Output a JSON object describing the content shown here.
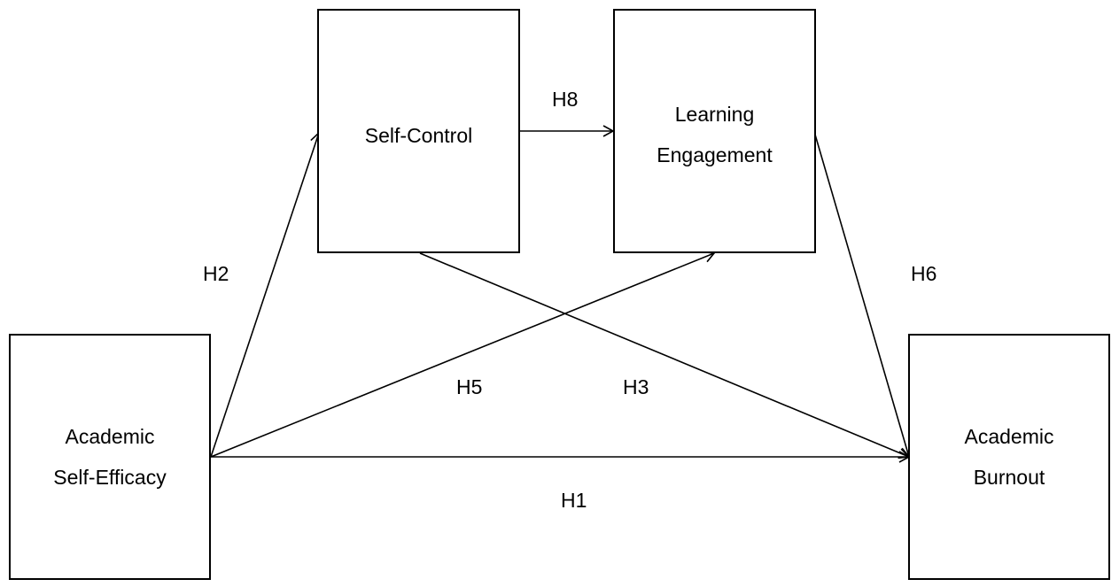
{
  "nodes": {
    "academic_self_efficacy": {
      "line1": "Academic",
      "line2": "Self-Efficacy"
    },
    "self_control": {
      "line1": "Self-Control"
    },
    "learning_engagement": {
      "line1": "Learning",
      "line2": "Engagement"
    },
    "academic_burnout": {
      "line1": "Academic",
      "line2": "Burnout"
    }
  },
  "paths": {
    "h1": "H1",
    "h2": "H2",
    "h3": "H3",
    "h5": "H5",
    "h6": "H6",
    "h8": "H8"
  },
  "colors": {
    "stroke": "#000000",
    "background": "#ffffff"
  }
}
